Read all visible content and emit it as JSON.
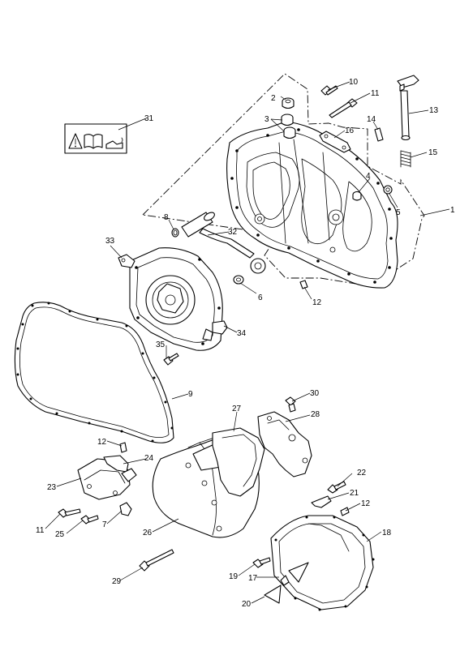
{
  "callouts": [
    {
      "id": "c1",
      "label": "1"
    },
    {
      "id": "c2",
      "label": "2"
    },
    {
      "id": "c3",
      "label": "3"
    },
    {
      "id": "c4",
      "label": "4"
    },
    {
      "id": "c5",
      "label": "5"
    },
    {
      "id": "c6",
      "label": "6"
    },
    {
      "id": "c7",
      "label": "7"
    },
    {
      "id": "c8",
      "label": "8"
    },
    {
      "id": "c9",
      "label": "9"
    },
    {
      "id": "c10",
      "label": "10"
    },
    {
      "id": "c11a",
      "label": "11"
    },
    {
      "id": "c11b",
      "label": "11"
    },
    {
      "id": "c12a",
      "label": "12"
    },
    {
      "id": "c12b",
      "label": "12"
    },
    {
      "id": "c12c",
      "label": "12"
    },
    {
      "id": "c13",
      "label": "13"
    },
    {
      "id": "c14",
      "label": "14"
    },
    {
      "id": "c15",
      "label": "15"
    },
    {
      "id": "c16",
      "label": "16"
    },
    {
      "id": "c17",
      "label": "17"
    },
    {
      "id": "c18",
      "label": "18"
    },
    {
      "id": "c19",
      "label": "19"
    },
    {
      "id": "c20",
      "label": "20"
    },
    {
      "id": "c21",
      "label": "21"
    },
    {
      "id": "c22",
      "label": "22"
    },
    {
      "id": "c23",
      "label": "23"
    },
    {
      "id": "c24",
      "label": "24"
    },
    {
      "id": "c25",
      "label": "25"
    },
    {
      "id": "c26",
      "label": "26"
    },
    {
      "id": "c27",
      "label": "27"
    },
    {
      "id": "c28",
      "label": "28"
    },
    {
      "id": "c29",
      "label": "29"
    },
    {
      "id": "c30",
      "label": "30"
    },
    {
      "id": "c31",
      "label": "31"
    },
    {
      "id": "c32",
      "label": "32"
    },
    {
      "id": "c33",
      "label": "33"
    },
    {
      "id": "c34",
      "label": "34"
    },
    {
      "id": "c35",
      "label": "35"
    }
  ]
}
